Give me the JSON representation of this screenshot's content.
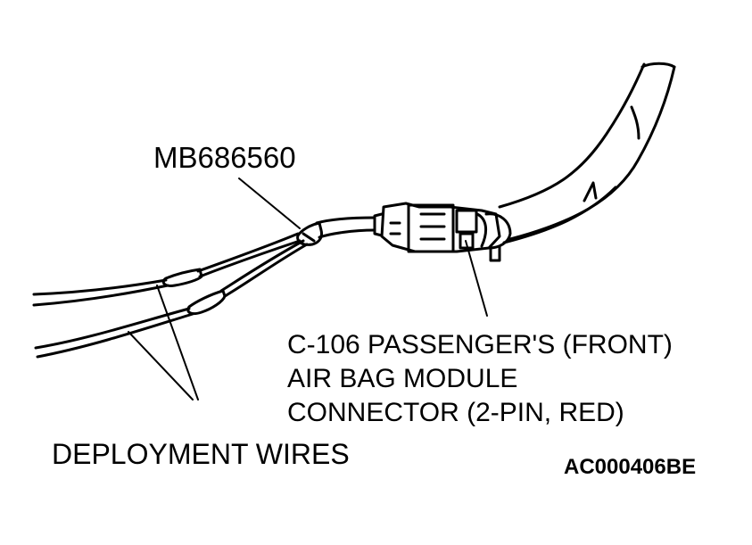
{
  "labels": {
    "part_number": "MB686560",
    "connector_line1": "C-106 PASSENGER'S (FRONT)",
    "connector_line2": "AIR BAG MODULE",
    "connector_line3": "CONNECTOR (2-PIN, RED)",
    "deployment_wires": "DEPLOYMENT WIRES",
    "figure_code": "AC000406BE"
  },
  "colors": {
    "line": "#000000",
    "background": "#ffffff"
  }
}
